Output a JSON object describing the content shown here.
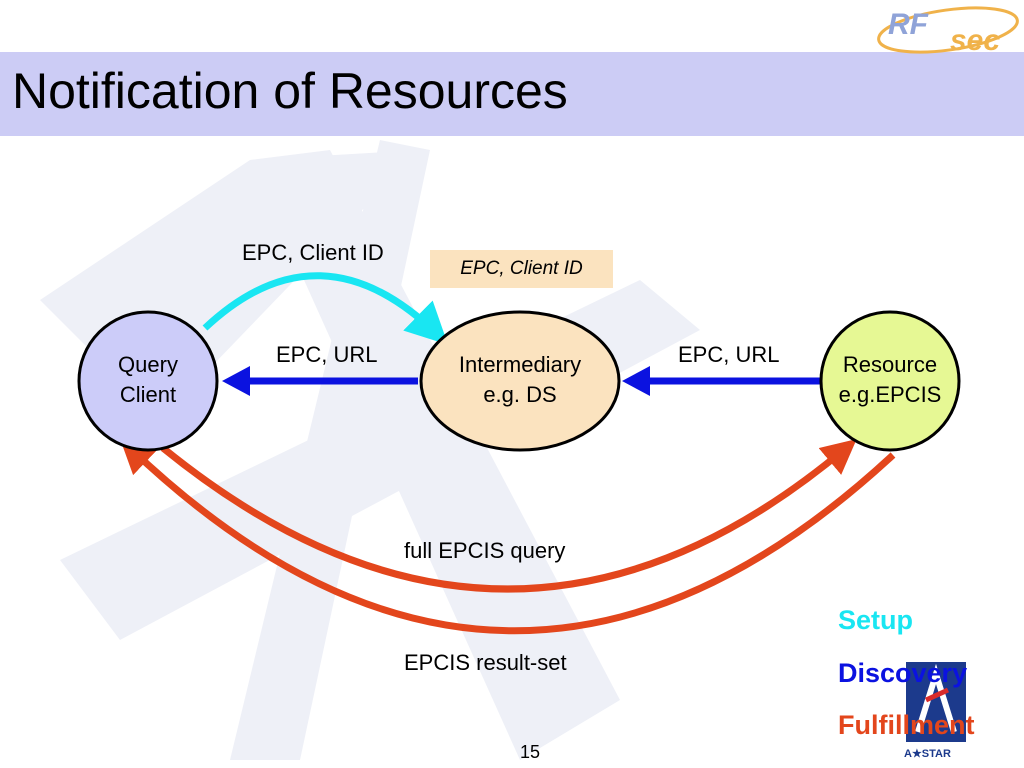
{
  "title": "Notification of Resources",
  "logo": {
    "text1": "RF",
    "text2": "sec"
  },
  "nodes": {
    "query_client": {
      "line1": "Query",
      "line2": "Client"
    },
    "intermediary": {
      "line1": "Intermediary",
      "line2": "e.g. DS"
    },
    "resource": {
      "line1": "Resource",
      "line2": "e.g.EPCIS"
    }
  },
  "edges": {
    "setup_label": "EPC, Client ID",
    "setup_note": "EPC, Client ID",
    "discovery_left_label": "EPC, URL",
    "discovery_right_label": "EPC, URL",
    "query_label": "full EPCIS query",
    "result_label": "EPCIS result-set"
  },
  "legend": [
    {
      "label": "Setup",
      "color": "#19e6f2"
    },
    {
      "label": "Discovery",
      "color": "#0b12e0"
    },
    {
      "label": "Fulfillment",
      "color": "#e3461c"
    }
  ],
  "colors": {
    "title_band": "#ccccf5",
    "query_client_fill": "#ccccf9",
    "intermediary_fill": "#fbe3bf",
    "resource_fill": "#e6f894",
    "note_fill": "#fbe3bf",
    "setup": "#19e6f2",
    "discovery": "#0b12e0",
    "fulfillment": "#e3461c"
  },
  "footer": {
    "page_number": "15",
    "astar": "A★STAR"
  }
}
